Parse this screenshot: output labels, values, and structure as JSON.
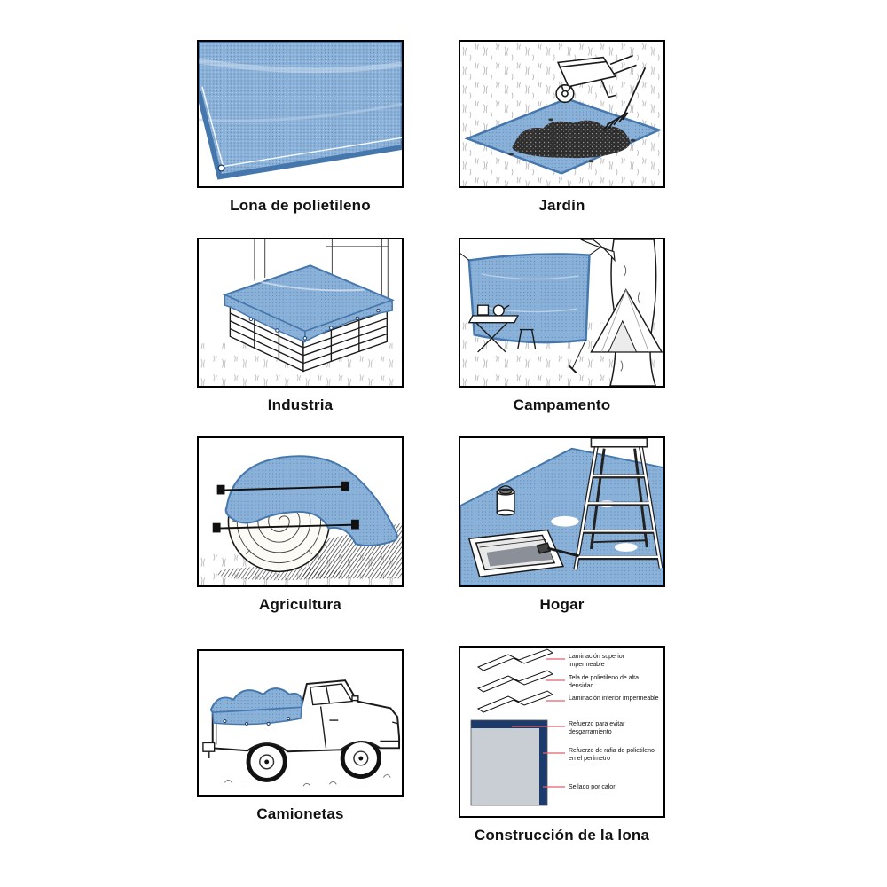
{
  "colors": {
    "tarp_blue": "#8ab1d8",
    "tarp_blue_dark": "#4577ad",
    "tarp_dot": "#5d87ba",
    "navy": "#1c3a6b",
    "gray_fill": "#c9ced4",
    "leader_red": "#e2606e",
    "line_art": "#1a1a1a",
    "caption_color": "#111111"
  },
  "panels": [
    {
      "caption": "Lona de polietileno",
      "illustration": "polyethylene-tarp-closeup"
    },
    {
      "caption": "Jardín",
      "illustration": "garden-scene"
    },
    {
      "caption": "Industria",
      "illustration": "industry-covered-crates"
    },
    {
      "caption": "Campamento",
      "illustration": "camping-scene"
    },
    {
      "caption": "Agricultura",
      "illustration": "hay-bale-covered"
    },
    {
      "caption": "Hogar",
      "illustration": "home-painting-dropcloth"
    },
    {
      "caption": "Camionetas",
      "illustration": "pickup-truck-bed-cover"
    },
    {
      "caption": "Construcción de la lona",
      "illustration": "tarp-construction-diagram"
    }
  ],
  "construction": {
    "labels": [
      "Laminación superior impermeable",
      "Tela de polietileno de alta densidad",
      "Laminación inferior impermeable",
      "Refuerzo para evitar desgarramiento",
      "Refuerzo de rafia de polietileno en el perímetro",
      "Sellado por calor"
    ]
  }
}
